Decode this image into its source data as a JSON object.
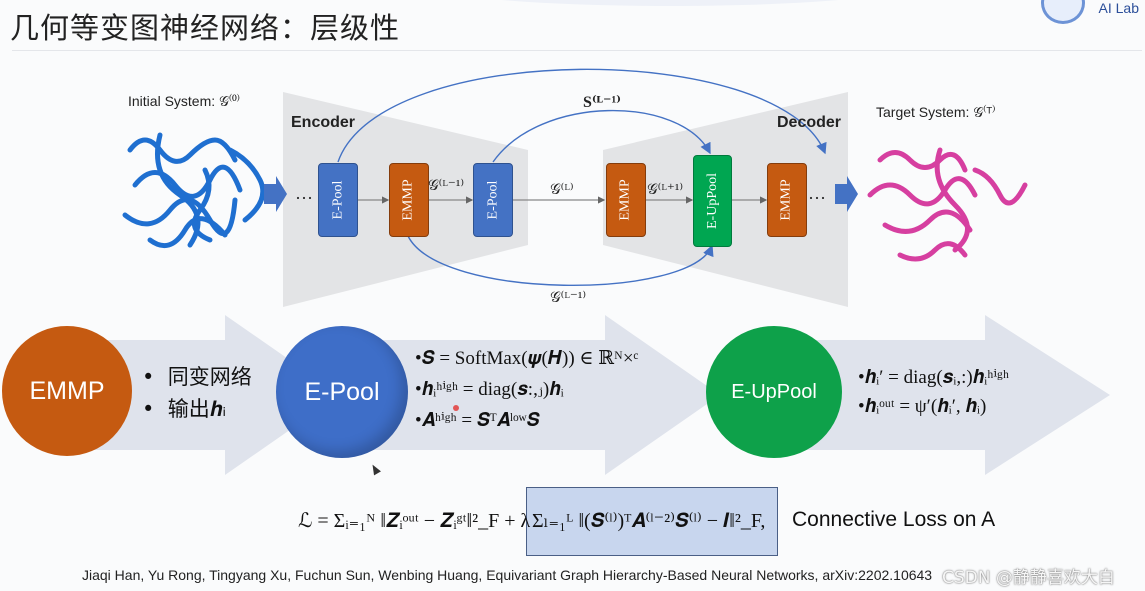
{
  "slide": {
    "title": "几何等变图神经网络：层级性",
    "brand": "AI Lab"
  },
  "diagram": {
    "initial_label": "Initial System: 𝒢⁽⁰⁾",
    "target_label": "Target System: 𝒢⁽ᵀ⁾",
    "encoder_label": "Encoder",
    "decoder_label": "Decoder",
    "ellipsis": "···",
    "nodes": [
      "E-Pool",
      "EMMP",
      "E-Pool",
      "EMMP",
      "E-UpPool",
      "EMMP"
    ],
    "graph_labels": {
      "after_emmp": "𝒢⁽ᴸ⁻¹⁾",
      "middle": "𝒢⁽ᴸ⁾",
      "after_emmp2": "𝒢⁽ᴸ⁺¹⁾",
      "skip_top": "S⁽ᴸ⁻¹⁾",
      "skip_bottom": "𝒢⁽ᴸ⁻¹⁾"
    },
    "colors": {
      "blue": "#4472c4",
      "orange": "#c55a11",
      "green": "#00a651",
      "protein_blue": "#1f6fd0",
      "protein_pink": "#d63fa0",
      "arrow_blue": "#4472c4"
    }
  },
  "modules": {
    "emmp": {
      "label": "EMMP",
      "bullets": [
        "同变网络",
        "输出𝒉ᵢ"
      ]
    },
    "epool": {
      "label": "E-Pool",
      "bullets": [
        "•𝑺 = SoftMax(𝝍(𝑯)) ∈ ℝᴺ×ᶜ",
        "•𝒉ᵢʰⁱᵍʰ = diag(𝒔:,ⱼ)𝒉ᵢ",
        "•𝑨ʰⁱᵍʰ = 𝑺ᵀ𝑨ˡᵒʷ𝑺"
      ]
    },
    "eup": {
      "label": "E-UpPool",
      "bullets": [
        "•𝒉ᵢ′ = diag(𝒔ᵢ,:)𝒉ᵢʰⁱᵍʰ",
        "•𝒉ᵢᵒᵘᵗ = ψ′(𝒉ᵢ′, 𝒉ᵢ)"
      ]
    }
  },
  "loss": {
    "left": "ℒ = Σᵢ₌₁ᴺ ‖𝒁ᵢᵒᵘᵗ − 𝒁ᵢᵍᵗ‖²_F + λ",
    "boxed": "Σₗ₌₁ᴸ ‖(𝑺⁽ˡ⁾)ᵀ𝑨⁽ˡ⁻²⁾𝑺⁽ˡ⁾ − 𝑰‖²_F,",
    "caption": "Connective Loss on A"
  },
  "reference": "Jiaqi Han, Yu Rong, Tingyang Xu, Fuchun Sun, Wenbing Huang, Equivariant Graph Hierarchy-Based Neural Networks, arXiv:2202.10643",
  "watermark": "CSDN @静静喜欢大白"
}
